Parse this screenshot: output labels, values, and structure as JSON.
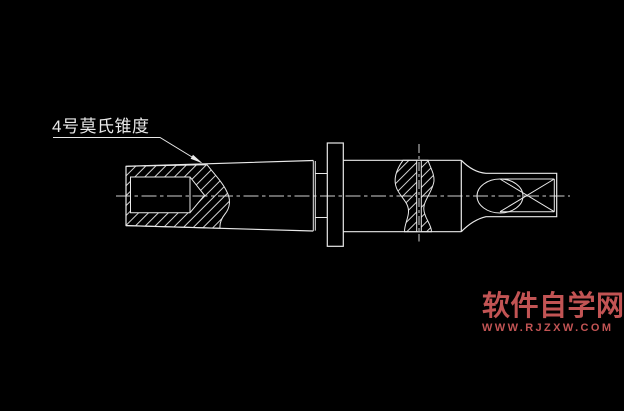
{
  "app": {
    "background": "#000000"
  },
  "drawing": {
    "line_color": "#e9e9e9",
    "centerline_color": "#cfcfcf",
    "view": "sectioned shaft with Morse taper socket, flange and flat tang"
  },
  "annotation": {
    "label": "4号莫氏锥度"
  },
  "watermark": {
    "site_name": "软件自学网",
    "site_url": "WWW.RJZXW.COM",
    "color": "#c25454"
  }
}
